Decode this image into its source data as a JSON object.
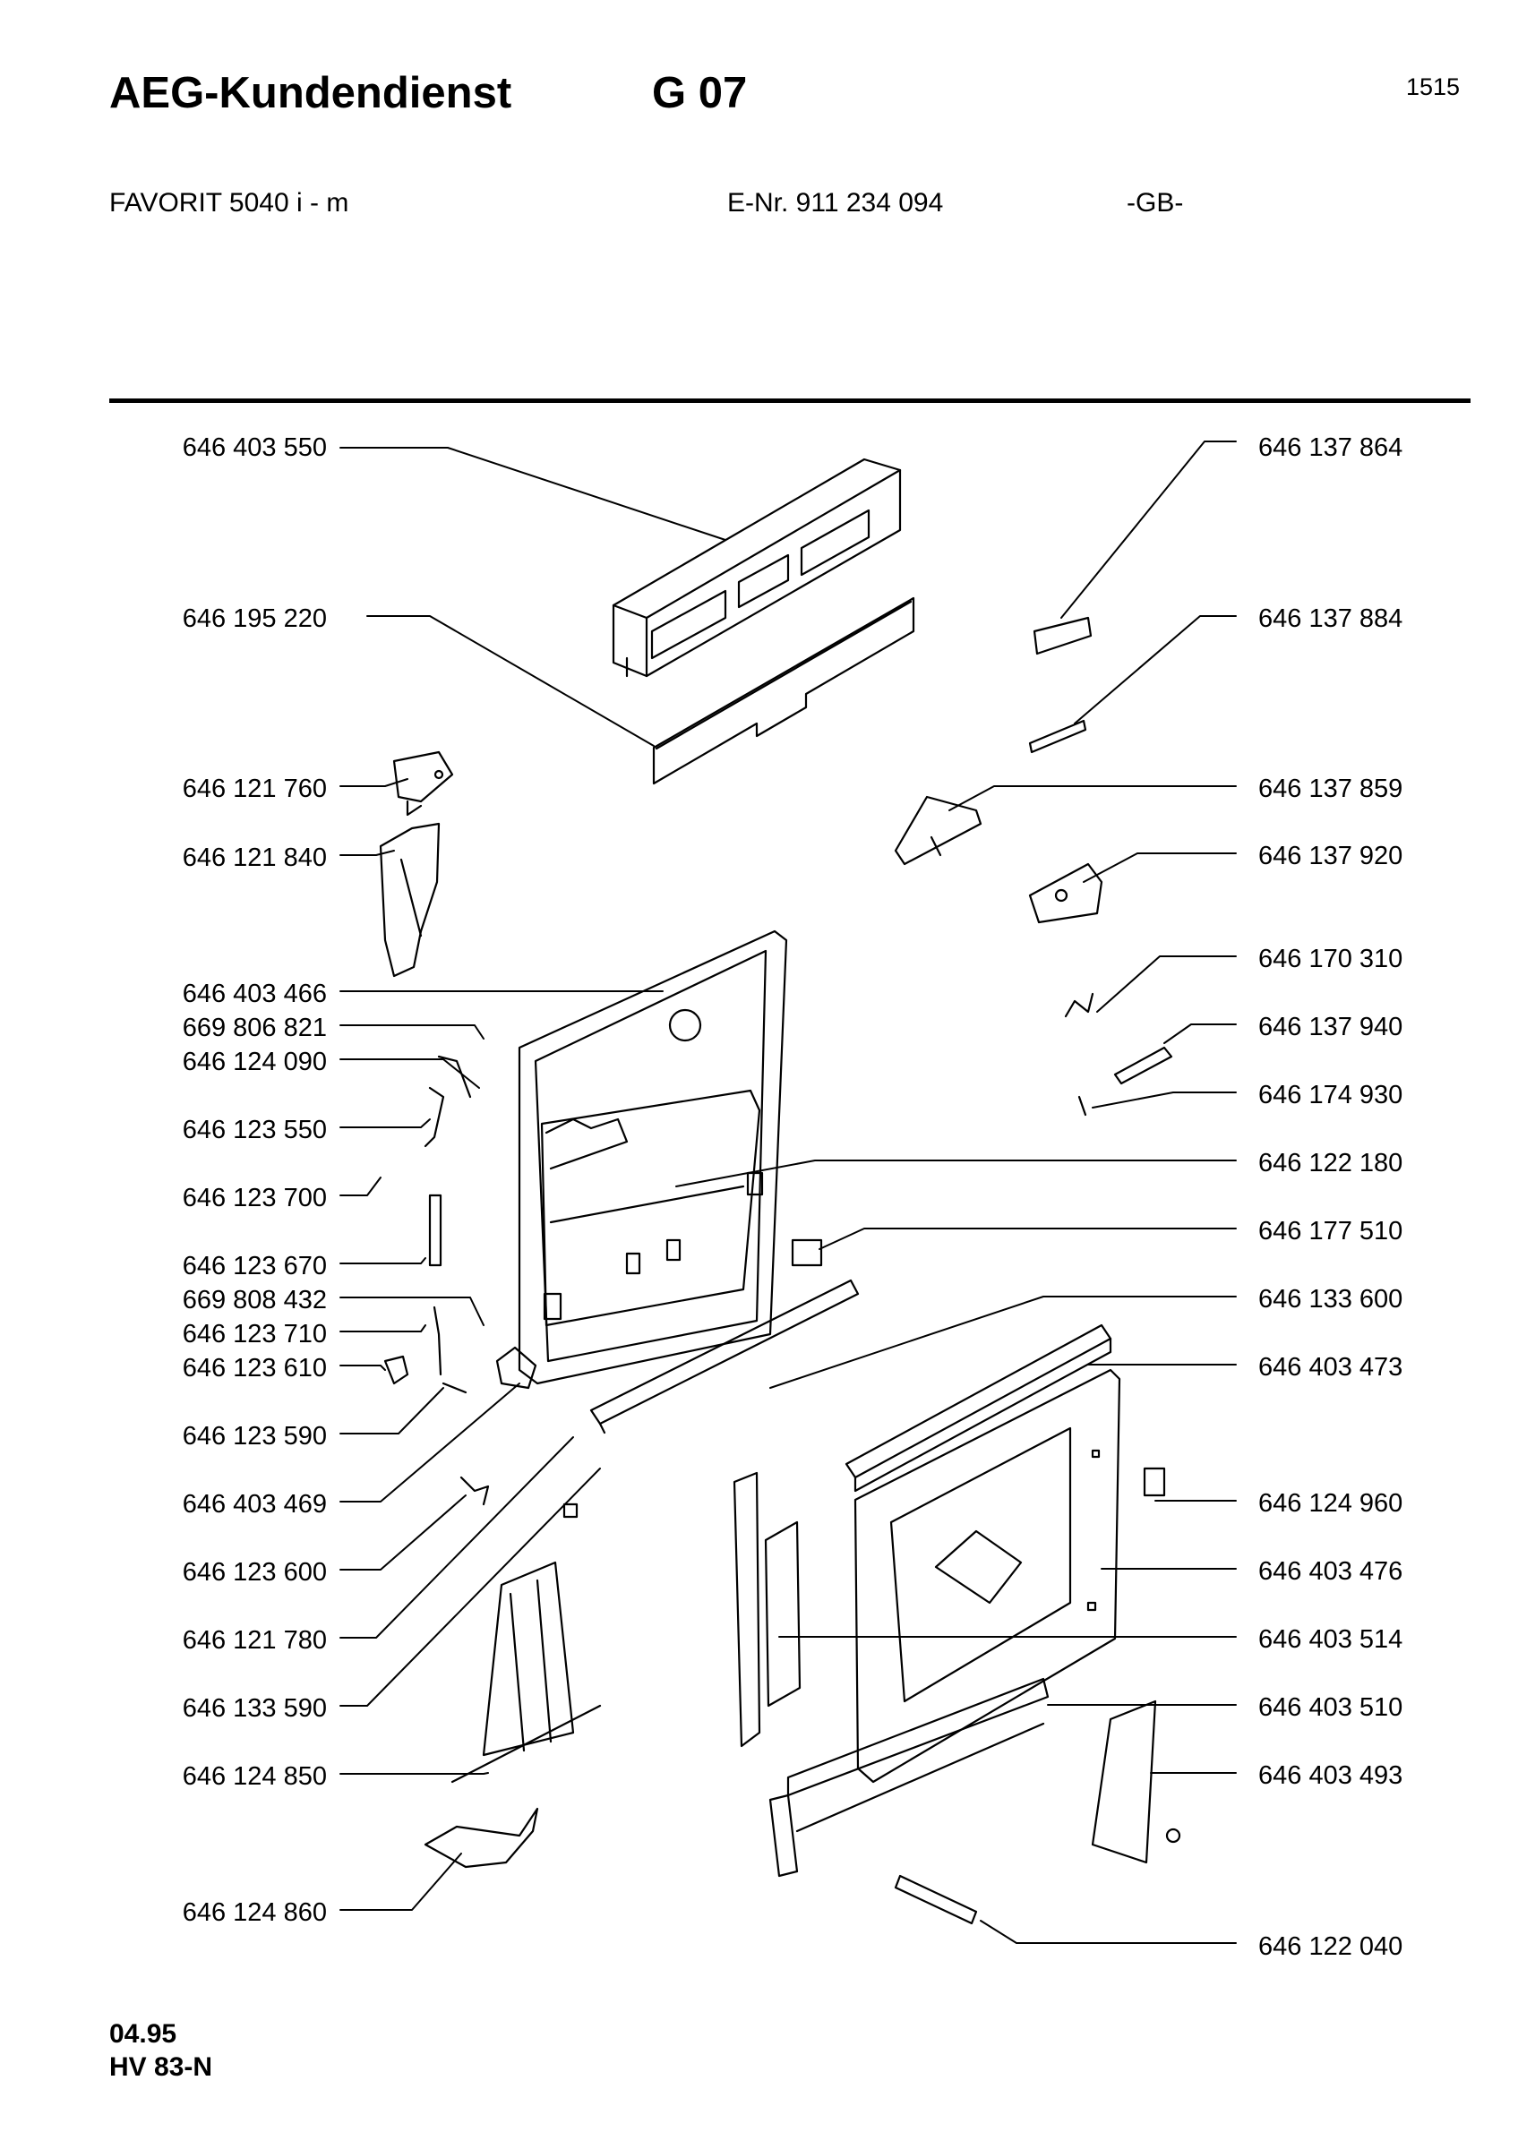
{
  "header": {
    "brand": "AEG-Kundendienst",
    "group_code": "G 07",
    "page_number": "1515"
  },
  "subheader": {
    "model": "FAVORIT 5040 i - m",
    "e_number": "E-Nr. 911 234 094",
    "region": "-GB-"
  },
  "parts_left": [
    "646 403 550",
    "646 195 220",
    "646 121 760",
    "646 121 840",
    "646 403 466",
    "669 806 821",
    "646 124 090",
    "646 123 550",
    "646 123 700",
    "646 123 670",
    "669 808 432",
    "646 123 710",
    "646 123 610",
    "646 123 590",
    "646 403 469",
    "646 123 600",
    "646 121 780",
    "646 133 590",
    "646 124 850",
    "646 124 860"
  ],
  "parts_right": [
    "646 137 864",
    "646 137 884",
    "646 137 859",
    "646 137 920",
    "646 170 310",
    "646 137 940",
    "646 174 930",
    "646 122 180",
    "646 177 510",
    "646 133 600",
    "646 403 473",
    "646 124 960",
    "646 403 476",
    "646 403 514",
    "646 403 510",
    "646 403 493",
    "646 122 040"
  ],
  "footer": {
    "date": "04.95",
    "doc_code": "HV 83-N"
  }
}
